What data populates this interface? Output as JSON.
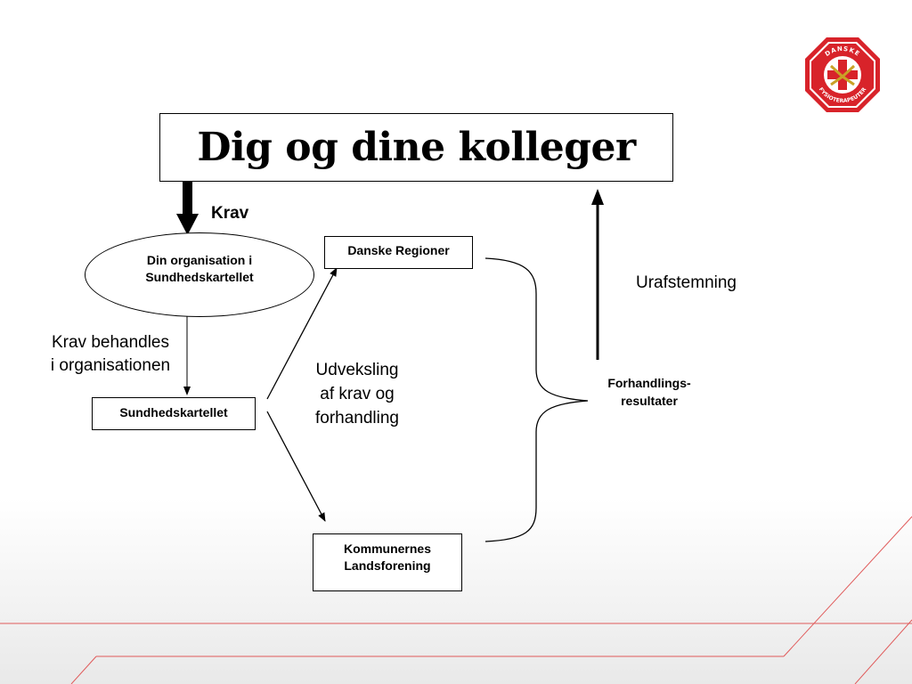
{
  "title": "Dig og dine kolleger",
  "labels": {
    "krav": "Krav",
    "krav_behandles_1": "Krav behandles",
    "krav_behandles_2": "i organisationen",
    "udveksling_1": "Udveksling",
    "udveksling_2": "af krav og",
    "udveksling_3": "forhandling",
    "urafstemning": "Urafstemning",
    "forhandling_1": "Forhandlings-",
    "forhandling_2": "resultater"
  },
  "nodes": {
    "din_org_1": "Din organisation i",
    "din_org_2": "Sundhedskartellet",
    "sundhedskartellet": "Sundhedskartellet",
    "danske_regioner": "Danske Regioner",
    "kl_1": "Kommunernes",
    "kl_2": "Landsforening"
  },
  "logo": {
    "text_top": "DANSKE",
    "text_bottom": "FYSIOTERAPEUTER",
    "color": "#d8232a"
  },
  "colors": {
    "accent_line": "#e05a5a"
  }
}
